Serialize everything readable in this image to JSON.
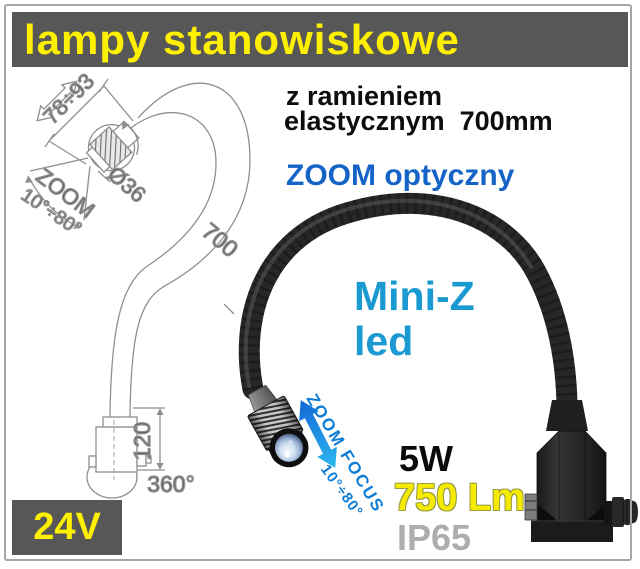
{
  "banner": {
    "title": "lampy stanowiskowe",
    "bg_color": "#575757",
    "text_color": "#ffef00"
  },
  "subtitle": {
    "line1": "z ramieniem",
    "line2": "elastycznym  700mm"
  },
  "optical_zoom_label": "ZOOM optyczny",
  "product": {
    "name_line1": "Mini-Z",
    "name_line2": "led",
    "name_color": "#1b9ad2"
  },
  "zoom_focus": {
    "label": "ZOOM FOCUS",
    "range": "10°÷80°",
    "color": "#0c7cd6"
  },
  "specs": {
    "power": "5W",
    "luminous_flux": "750 Lm",
    "flux_color": "#f4eb00",
    "protection": "IP65",
    "protection_color": "#adadad",
    "voltage": "24V"
  },
  "drawing": {
    "labels": {
      "head_length_range": "78÷93",
      "head_diameter": "Ø36",
      "zoom": "ZOOM",
      "beam_angle": "10°÷80°",
      "arm_length": "700",
      "base_height": "120",
      "base_rotation": "360°"
    }
  },
  "colors": {
    "blue_accent": "#1464c8",
    "drawing_line": "#8f8f8f"
  }
}
